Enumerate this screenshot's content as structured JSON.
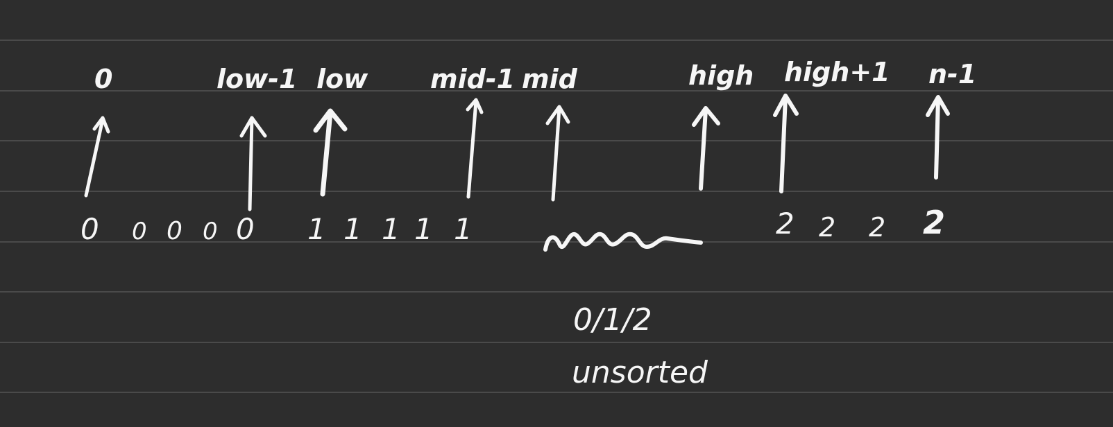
{
  "pointer_labels": [
    "0",
    "low-1",
    "low",
    "mid-1",
    "mid",
    "high",
    "high+1",
    "n-1"
  ],
  "array_values": {
    "zeros": [
      "0",
      "0",
      "0",
      "0",
      "0"
    ],
    "ones": [
      "1",
      "1",
      "1",
      "1",
      "1"
    ],
    "twos": [
      "2",
      "2",
      "2",
      "2"
    ]
  },
  "unsorted_note": {
    "values": "0/1/2",
    "caption": "unsorted"
  },
  "colors": {
    "background": "#2d2d2d",
    "ruled_line": "#4a4a4a",
    "ink": "#f6f6f6"
  }
}
